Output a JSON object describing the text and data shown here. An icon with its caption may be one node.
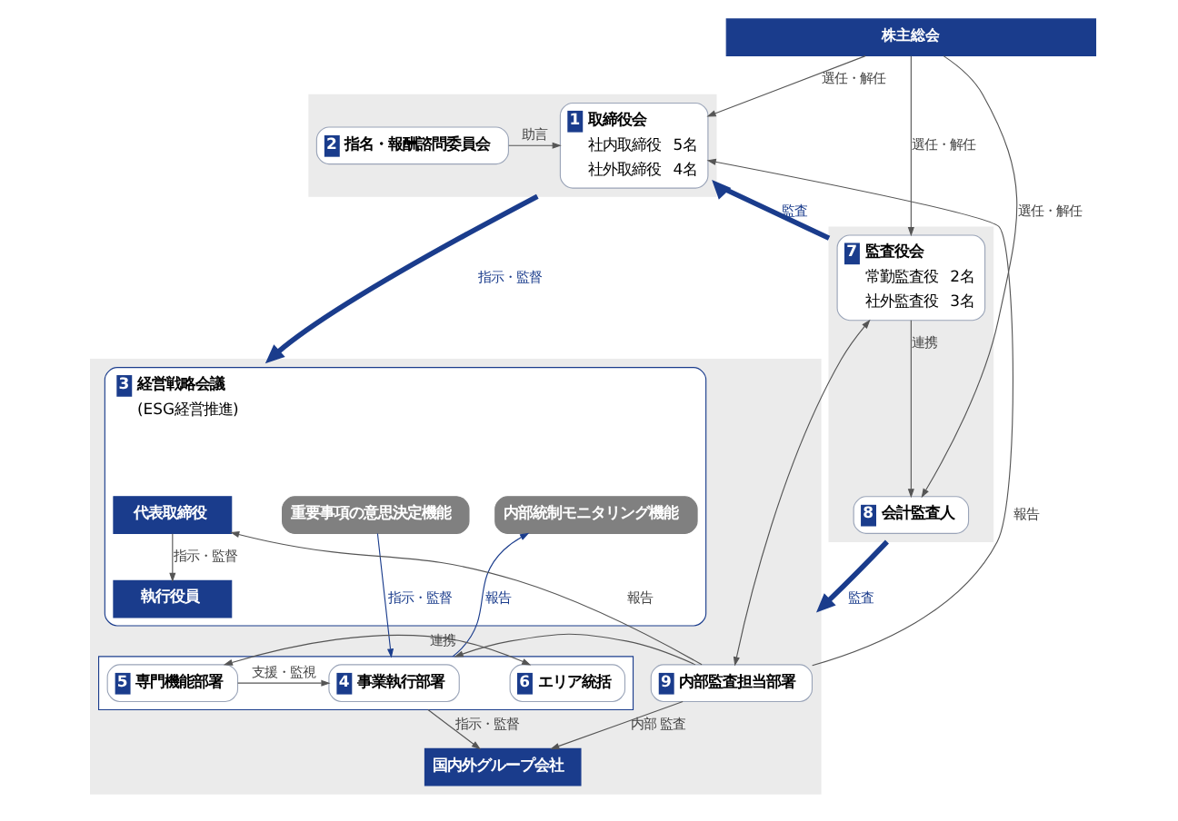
{
  "diagram": {
    "nodes": [
      {
        "text": [
          "株主総会"
        ]
      },
      {
        "text": [],
        "shape": "box"
      },
      {
        "text": [
          "1",
          "取締役会",
          "社内取締役",
          "5名",
          "社外取締役",
          "4名"
        ],
        "in": 1
      },
      {
        "text": [
          "2",
          "指名・報酬諮問委員会"
        ],
        "in": 1
      },
      {
        "text": [],
        "shape": "box"
      },
      {
        "text": [
          "7",
          "監査役会",
          "常勤監査役",
          "2名",
          "社外監査役",
          "3名"
        ],
        "in": 4
      },
      {
        "text": [
          "8",
          "会計監査人"
        ],
        "in": 4
      },
      {
        "text": [],
        "shape": "box"
      },
      {
        "text": [
          "3",
          "経営戦略会議",
          "(ESG経営推進)"
        ],
        "in": 7
      },
      {
        "text": [
          "代表取締役"
        ],
        "in": 8
      },
      {
        "text": [
          "執行役員"
        ],
        "in": 8
      },
      {
        "text": [
          "重要事項の意思決定機能"
        ],
        "in": 8
      },
      {
        "text": [
          "内部統制モニタリング機能"
        ],
        "in": 8
      },
      {
        "text": [],
        "shape": "box",
        "in": 7
      },
      {
        "text": [
          "4",
          "事業執行部署"
        ],
        "in": 13
      },
      {
        "text": [
          "5",
          "専門機能部署"
        ],
        "in": 13
      },
      {
        "text": [
          "6",
          "エリア統括"
        ],
        "in": 13
      },
      {
        "text": [
          "9",
          "内部監査担当部署"
        ],
        "in": 7
      },
      {
        "text": [
          "国内外グループ会社"
        ],
        "in": 7
      }
    ],
    "edges": [
      {
        "from": 0,
        "to": 2,
        "arrow": "to",
        "label": "選任・解任"
      },
      {
        "from": 0,
        "to": 5,
        "arrow": "to",
        "label": "選任・解任"
      },
      {
        "from": 0,
        "to": 6,
        "arrow": "to",
        "label": "選任・解任"
      },
      {
        "from": 3,
        "to": 2,
        "arrow": "to",
        "label": "助言"
      },
      {
        "from": 4,
        "to": 1,
        "arrow": "to",
        "label": "監査",
        "style": "thick",
        "color": "#1a3c8c"
      },
      {
        "from": 1,
        "to": 7,
        "arrow": "to",
        "label": "指示・監督",
        "style": "thick",
        "color": "#1a3c8c"
      },
      {
        "from": 4,
        "to": 7,
        "arrow": "to",
        "label": "監査",
        "style": "thick",
        "color": "#1a3c8c"
      },
      {
        "from": 5,
        "to": 6,
        "arrow": "to",
        "label": "連携"
      },
      {
        "from": 17,
        "to": 2,
        "arrow": "to",
        "label": "報告"
      },
      {
        "from": 5,
        "to": 17,
        "arrow": "both"
      },
      {
        "from": 17,
        "to": 9,
        "arrow": "to",
        "label": "報告"
      },
      {
        "from": 9,
        "to": 10,
        "arrow": "to",
        "label": "指示・監督"
      },
      {
        "from": 11,
        "to": 13,
        "arrow": "to",
        "label": "指示・監督",
        "color": "#1a3c8c"
      },
      {
        "from": 13,
        "to": 12,
        "arrow": "to",
        "label": "報告",
        "color": "#1a3c8c"
      },
      {
        "from": 15,
        "to": 14,
        "arrow": "to",
        "label": "支援・監視"
      },
      {
        "from": 15,
        "to": 16,
        "arrow": "both",
        "label": "連携"
      },
      {
        "from": 17,
        "to": 13,
        "arrow": "to"
      },
      {
        "from": 13,
        "to": 18,
        "arrow": "to",
        "label": "指示・監督"
      },
      {
        "from": 17,
        "to": 18,
        "arrow": "to",
        "label": "内部 監査"
      }
    ]
  }
}
